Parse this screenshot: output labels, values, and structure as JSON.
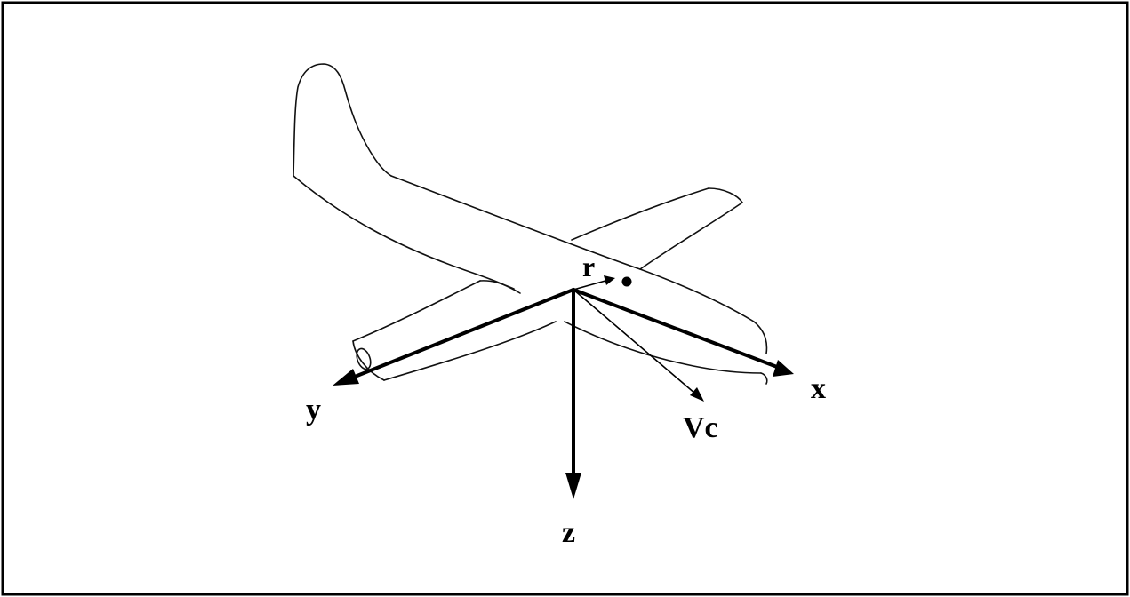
{
  "diagram": {
    "labels": {
      "x_axis": "x",
      "y_axis": "y",
      "z_axis": "z",
      "velocity": "Vc",
      "position": "r"
    }
  }
}
